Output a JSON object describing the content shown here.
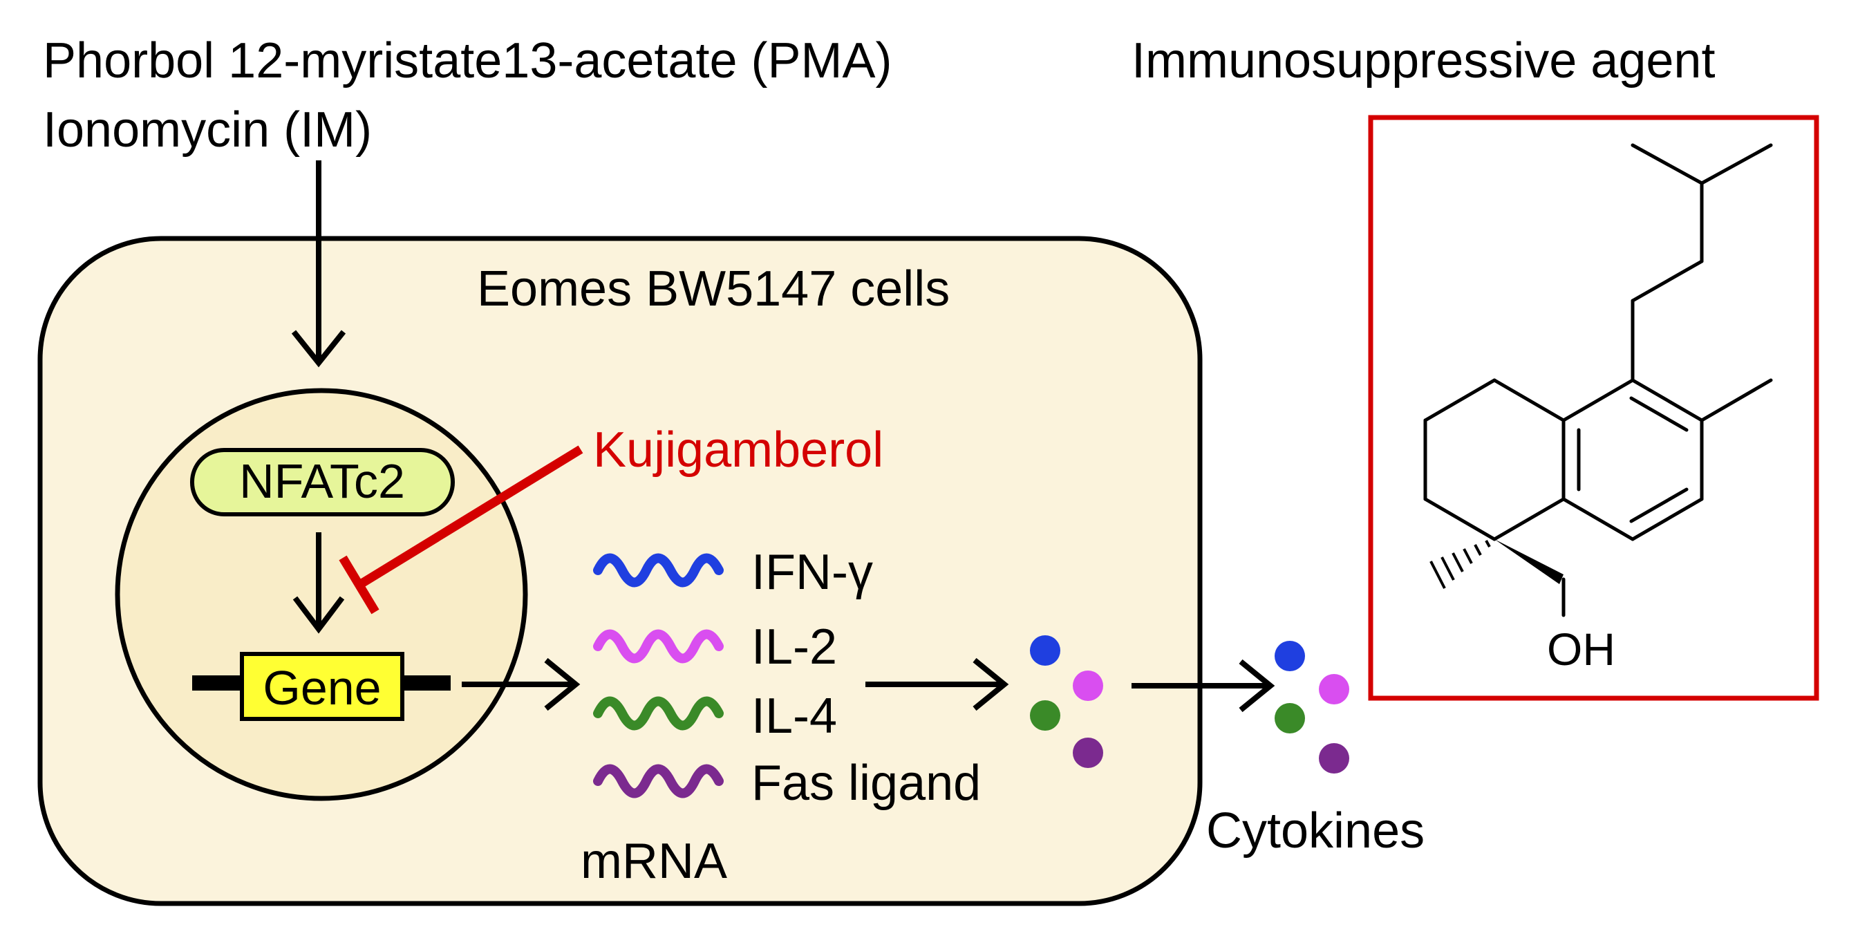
{
  "stimulus": {
    "line1": "Phorbol 12-myristate13-acetate (PMA)",
    "line2": "Ionomycin (IM)"
  },
  "agent_title": "Immunosuppressive agent",
  "cell_label": "Eomes BW5147 cells",
  "nfat_label": "NFATc2",
  "gene_label": "Gene",
  "inhibitor": {
    "label": "Kujigamberol",
    "color": "#d40000"
  },
  "mrna": {
    "items": [
      {
        "label": "IFN-γ",
        "color": "#1f3fe0"
      },
      {
        "label": "IL-2",
        "color": "#d94ef0"
      },
      {
        "label": "IL-4",
        "color": "#3a8a28"
      },
      {
        "label": "Fas ligand",
        "color": "#7b2a8f"
      }
    ],
    "label": "mRNA"
  },
  "cytokines_label": "Cytokines",
  "molecule": {
    "oh_label": "OH",
    "frame_color": "#d40000"
  },
  "colors": {
    "cell_fill": "#fbf3dc",
    "nucleus_fill": "#f9edc8",
    "nfat_fill": "#e6f59a",
    "gene_fill": "#ffff33"
  }
}
